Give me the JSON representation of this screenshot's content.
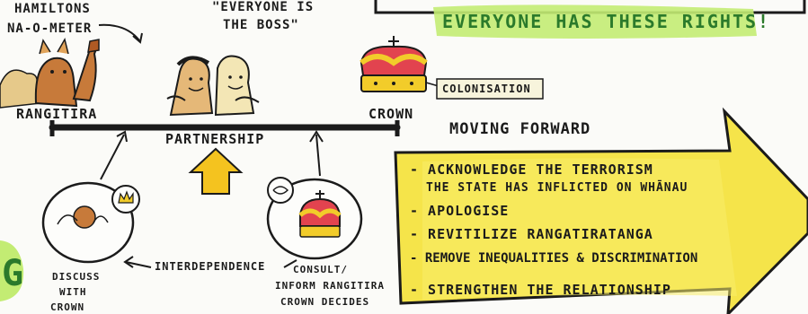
{
  "top_left": {
    "line1": "HAMILTONS",
    "line2": "NA-O-METER"
  },
  "top_center": {
    "line1": "\"EVERYONE IS",
    "line2": "THE BOSS\""
  },
  "rights_banner": "EVERYONE HAS THESE RIGHTS!",
  "labels": {
    "rangitira": "RANGITIRA",
    "crown": "CROWN",
    "colonisation": "COLONISATION",
    "partnership": "PARTNERSHIP",
    "interdependence": "INTERDEPENDENCE",
    "moving_forward": "MOVING FORWARD"
  },
  "left_circle": {
    "line1": "DISCUSS",
    "line2": "WITH",
    "line3": "CROWN"
  },
  "right_circle": {
    "line1": "CONSULT/",
    "line2": "INFORM RANGITIRA",
    "line3": "CROWN DECIDES"
  },
  "moving_forward_items": [
    "- ACKNOWLEDGE THE TERRORISM",
    "THE STATE HAS INFLICTED ON WHĀNAU",
    "- APOLOGISE",
    "- REVITILIZE RANGATIRATANGA",
    "- REMOVE INEQUALITIES & DISCRIMINATION",
    "- STRENGTHEN THE RELATIONSHIP"
  ],
  "edge_letter": "G",
  "colors": {
    "yellow": "#f5e44a",
    "green_highlight": "#c3ec73",
    "ink": "#1b1b1b",
    "arrow_yellow": "#f4c31f",
    "crown_gold": "#f2cc2a",
    "crown_red": "#e2434f"
  }
}
